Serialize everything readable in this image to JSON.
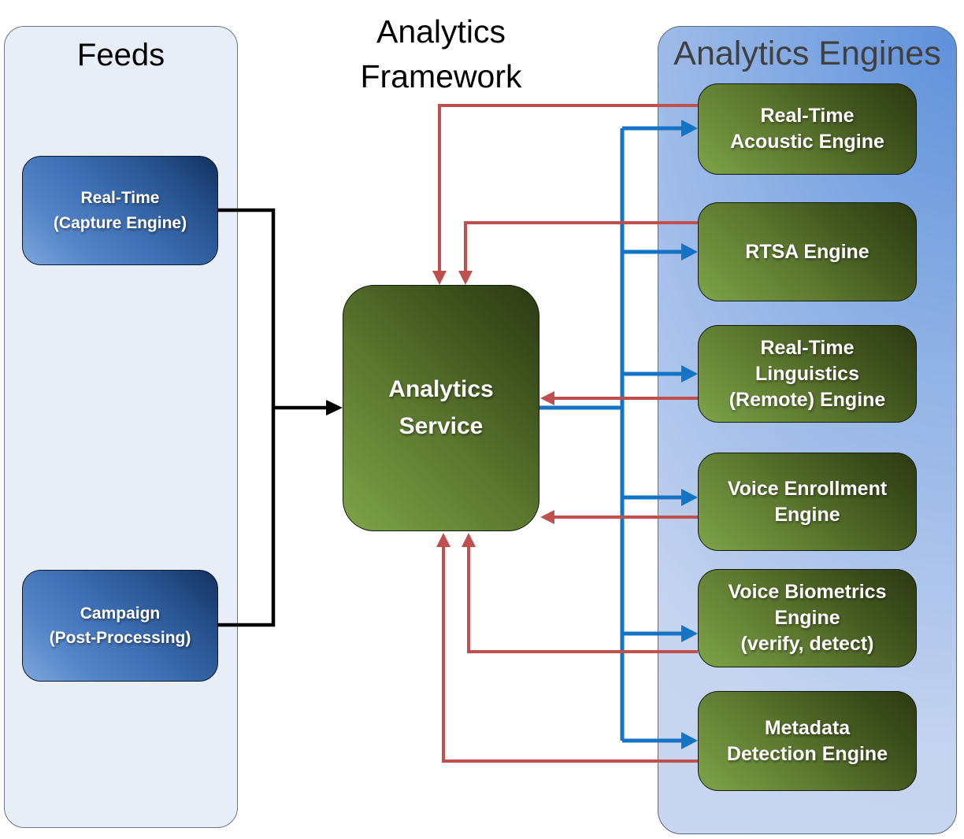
{
  "colors": {
    "red_connector": "#c0504d",
    "blue_connector": "#1473c5",
    "black_connector": "#000000",
    "feeds_panel_fill": "#e8eef8",
    "engines_panel_gradient_dark": "#5e90da",
    "engines_panel_gradient_light": "#ccd9f2",
    "feed_box_gradient_dark": "#13315f",
    "feed_box_gradient_light": "#7ca6dc",
    "engine_box_gradient_dark": "#2c3913",
    "engine_box_gradient_light": "#7da449",
    "engines_title_text": "#3f4040",
    "box_label_text": "#ffffff"
  },
  "feeds_panel": {
    "title": "Feeds",
    "items": [
      {
        "label": "Real-Time\n(Capture Engine)"
      },
      {
        "label": "Campaign\n(Post-Processing)"
      }
    ]
  },
  "framework": {
    "title": "Analytics\nFramework",
    "service_label": "Analytics\nService"
  },
  "engines_panel": {
    "title": "Analytics Engines",
    "engines": [
      {
        "label": "Real-Time\nAcoustic Engine"
      },
      {
        "label": "RTSA Engine"
      },
      {
        "label": "Real-Time\nLinguistics\n(Remote) Engine"
      },
      {
        "label": "Voice Enrollment\nEngine"
      },
      {
        "label": "Voice Biometrics\nEngine\n(verify, detect)"
      },
      {
        "label": "Metadata\nDetection Engine"
      }
    ]
  }
}
